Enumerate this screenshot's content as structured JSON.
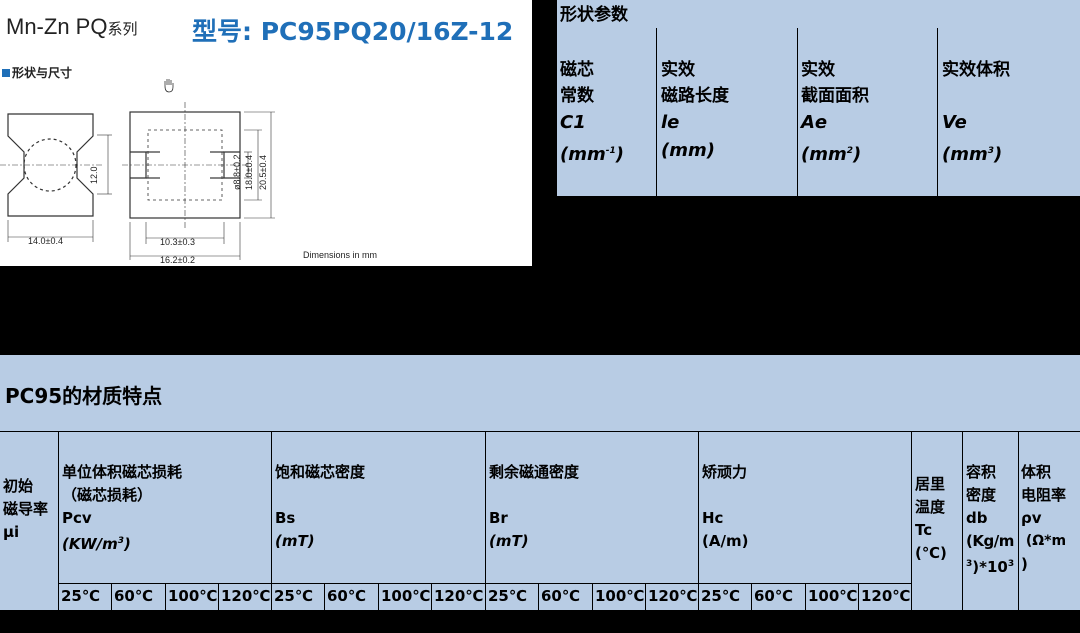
{
  "product": {
    "series_prefix": "Mn-Zn  PQ",
    "series_suffix": "系列",
    "model_label": "型号",
    "model_value": ": PC95PQ20/16Z-12",
    "section": "形状与尺寸",
    "dimensions": {
      "d14": "14.0±0.4",
      "d12": "12.0",
      "d10_3": "10.3±0.3",
      "d16_2": "16.2±0.2",
      "d8_8": "ø8.8±0.2",
      "d18": "18.0±0.4",
      "d20_5": "20.5±0.4",
      "note": "Dimensions in mm"
    }
  },
  "shape_params": {
    "title": "形状参数",
    "columns": [
      {
        "line1": "磁芯",
        "line2": "常数",
        "sym": "C1",
        "unit": "(mm",
        "sup": "-1",
        "unit_end": ")"
      },
      {
        "line1": "实效",
        "line2": "磁路长度",
        "sym": "le",
        "unit": "(mm)",
        "sup": "",
        "unit_end": ""
      },
      {
        "line1": "实效",
        "line2": "截面面积",
        "sym": "Ae",
        "unit": "(mm",
        "sup": "2",
        "unit_end": ")"
      },
      {
        "line1": "实效体积",
        "line2": "",
        "sym": "Ve",
        "unit": "(mm",
        "sup": "3",
        "unit_end": ")"
      }
    ]
  },
  "material": {
    "title": "PC95的材质特点",
    "mu": {
      "l1": "初始",
      "l2": "磁导率",
      "l3": "μi"
    },
    "pcv": {
      "l1": "单位体积磁芯损耗",
      "l2": "（磁芯损耗）",
      "l3": "Pcv",
      "l4": "(KW/m",
      "sup": "3",
      "l4_end": ")"
    },
    "bs": {
      "l1": "饱和磁芯密度",
      "l2": "Bs",
      "l3": "(mT)"
    },
    "br": {
      "l1": "剩余磁通密度",
      "l2": "Br",
      "l3": "(mT)"
    },
    "hc": {
      "l1": "矫顽力",
      "l2": "Hc",
      "l3": "(A/m)"
    },
    "tc": {
      "l1": "居里",
      "l2": "温度",
      "l3": "Tc",
      "l4": "(℃)"
    },
    "db": {
      "l1": "容积",
      "l2": "密度",
      "l3": "db",
      "l4": "(Kg/m",
      "sup1": "3",
      "l5": ")*10",
      "sup2": "3"
    },
    "pv": {
      "l1": "体积",
      "l2": "电阻率",
      "l3": "ρv",
      "l4": "(Ω*m",
      "l5": ")"
    },
    "temps": [
      "25℃",
      "60℃",
      "100℃",
      "120℃"
    ]
  }
}
